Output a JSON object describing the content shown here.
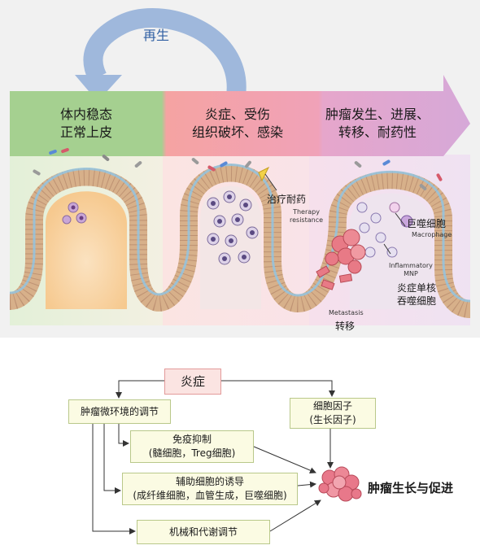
{
  "top": {
    "regen_label": "再生",
    "stages": [
      {
        "line1": "体内稳态",
        "line2": "正常上皮",
        "color": "#9fce8c"
      },
      {
        "line1": "炎症、受伤",
        "line2": "组织破坏、感染",
        "color": "#f2a0a0"
      },
      {
        "line1": "肿瘤发生、进展、",
        "line2": "转移、耐药性",
        "color": "#e2a0c8"
      }
    ],
    "therapy_cn": "治疗耐药",
    "therapy_en_1": "Therapy",
    "therapy_en_2": "resistance",
    "macrophage_cn": "巨噬细胞",
    "macrophage_en": "Macrophage",
    "mnp_en_1": "Inflammatory",
    "mnp_en_2": "MNP",
    "mnp_cn_1": "炎症单核",
    "mnp_cn_2": "吞噬细胞",
    "metastasis_en": "Metastasis",
    "metastasis_cn": "转移"
  },
  "bottom": {
    "inflammation": "炎症",
    "tme": "肿瘤微环境的调节",
    "cytokine_1": "细胞因子",
    "cytokine_2": "(生长因子)",
    "immune_1": "免疫抑制",
    "immune_2": "(髓细胞，Treg细胞)",
    "helper_1": "辅助细胞的诱导",
    "helper_2": "(成纤维细胞，血管生成，巨噬细胞)",
    "mech": "机械和代谢调节",
    "result": "肿瘤生长与促进"
  }
}
